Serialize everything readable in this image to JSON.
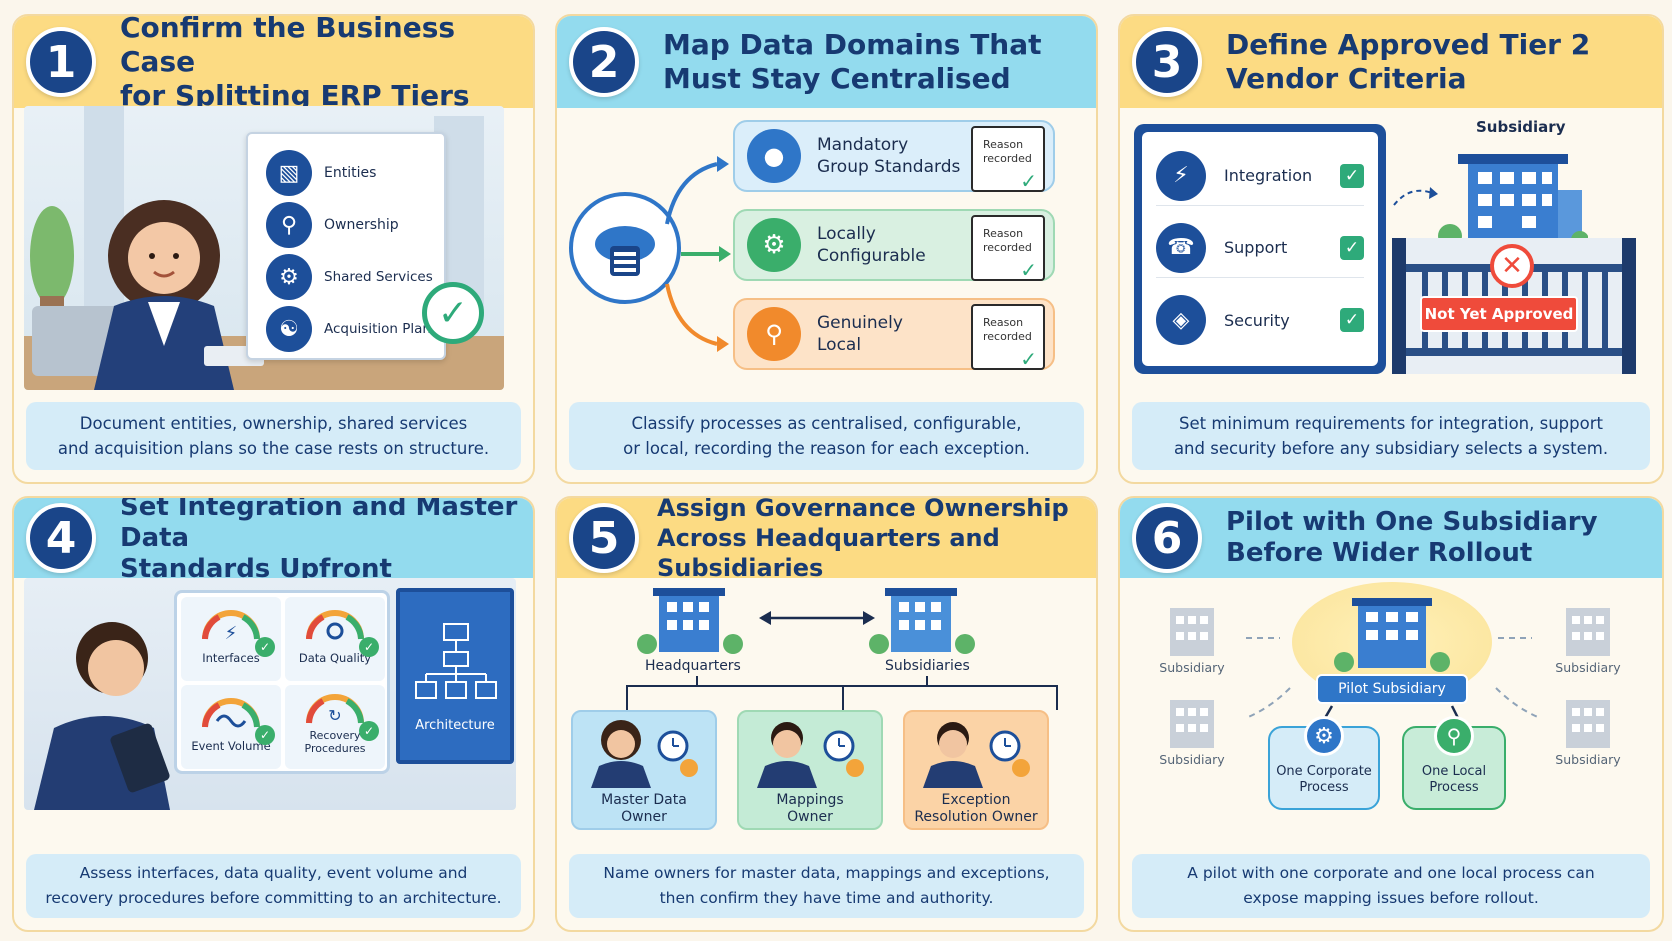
{
  "panels": [
    {
      "number": "1",
      "title_line1": "Confirm the Business Case",
      "title_line2": "for Splitting ERP Tiers",
      "list": [
        "Entities",
        "Ownership",
        "Shared Services",
        "Acquisition Plans"
      ],
      "caption_line1": "Document entities, ownership, shared services",
      "caption_line2": "and acquisition plans so the case rests on structure."
    },
    {
      "number": "2",
      "title_line1": "Map Data Domains That",
      "title_line2": "Must Stay Centralised",
      "domains": [
        {
          "line1": "Mandatory",
          "line2": "Group Standards",
          "note1": "Reason",
          "note2": "recorded",
          "color": "#3a8fd6"
        },
        {
          "line1": "Locally",
          "line2": "Configurable",
          "note1": "Reason",
          "note2": "recorded",
          "color": "#3aae6b"
        },
        {
          "line1": "Genuinely",
          "line2": "Local",
          "note1": "Reason",
          "note2": "recorded",
          "color": "#f18a2c"
        }
      ],
      "caption_line1": "Classify processes as centralised, configurable,",
      "caption_line2": "or local, recording the reason for each exception."
    },
    {
      "number": "3",
      "title_line1": "Define Approved Tier 2",
      "title_line2": "Vendor Criteria",
      "criteria": [
        "Integration",
        "Support",
        "Security"
      ],
      "subsidiary_label": "Subsidiary",
      "status_label": "Not Yet Approved",
      "caption_line1": "Set minimum requirements for integration, support",
      "caption_line2": "and security before any subsidiary selects a system."
    },
    {
      "number": "4",
      "title_line1": "Set Integration and Master Data",
      "title_line2": "Standards Upfront",
      "tiles": [
        {
          "label1": "Interfaces",
          "label2": ""
        },
        {
          "label1": "Data Quality",
          "label2": ""
        },
        {
          "label1": "Event Volume",
          "label2": ""
        },
        {
          "label1": "Recovery",
          "label2": "Procedures"
        }
      ],
      "screen_label": "Architecture",
      "caption_line1": "Assess interfaces, data quality, event volume and",
      "caption_line2": "recovery procedures before committing to an architecture."
    },
    {
      "number": "5",
      "title_line1": "Assign Governance Ownership",
      "title_line2": "Across Headquarters and Subsidiaries",
      "hq_label": "Headquarters",
      "subs_label": "Subsidiaries",
      "owners": [
        {
          "line1": "Master Data",
          "line2": "Owner",
          "color": "#bde3f5"
        },
        {
          "line1": "Mappings",
          "line2": "Owner",
          "color": "#c4ebd6"
        },
        {
          "line1": "Exception",
          "line2": "Resolution Owner",
          "color": "#fbd3a6"
        }
      ],
      "caption_line1": "Name owners for master data, mappings and exceptions,",
      "caption_line2": "then confirm they have time and authority."
    },
    {
      "number": "6",
      "title_line1": "Pilot with One Subsidiary",
      "title_line2": "Before Wider Rollout",
      "side_labels": [
        "Subsidiary",
        "Subsidiary",
        "Subsidiary",
        "Subsidiary"
      ],
      "pilot_label": "Pilot Subsidiary",
      "process1_line1": "One Corporate",
      "process1_line2": "Process",
      "process2_line1": "One Local",
      "process2_line2": "Process",
      "caption_line1": "A pilot with one corporate and one local process can",
      "caption_line2": "expose mapping issues before rollout."
    }
  ],
  "colors": {
    "navy": "#1a4589",
    "yellow_header": "#fcdb83",
    "blue_header": "#93dbee",
    "caption_bg": "#d5ecf8",
    "check_green": "#2eaa7a",
    "alert_red": "#ef4b3b"
  },
  "icons": {
    "panel1": [
      "hierarchy-icon",
      "key-icon",
      "gear-icon",
      "handshake-icon",
      "checkmark-icon"
    ],
    "panel2": [
      "cloud-database-icon",
      "lock-icon",
      "gears-icon",
      "location-pin-icon",
      "notepad-icon"
    ],
    "panel3": [
      "plug-icon",
      "headset-icon",
      "shield-lock-icon",
      "building-icon",
      "cross-icon"
    ],
    "panel4": [
      "gauge-icon",
      "plug-icon",
      "magnifier-icon",
      "wave-icon",
      "refresh-icon",
      "org-chart-icon"
    ],
    "panel5": [
      "building-icon",
      "clock-icon",
      "award-icon",
      "person-icon"
    ],
    "panel6": [
      "building-icon",
      "gear-icon",
      "location-pin-icon"
    ]
  }
}
